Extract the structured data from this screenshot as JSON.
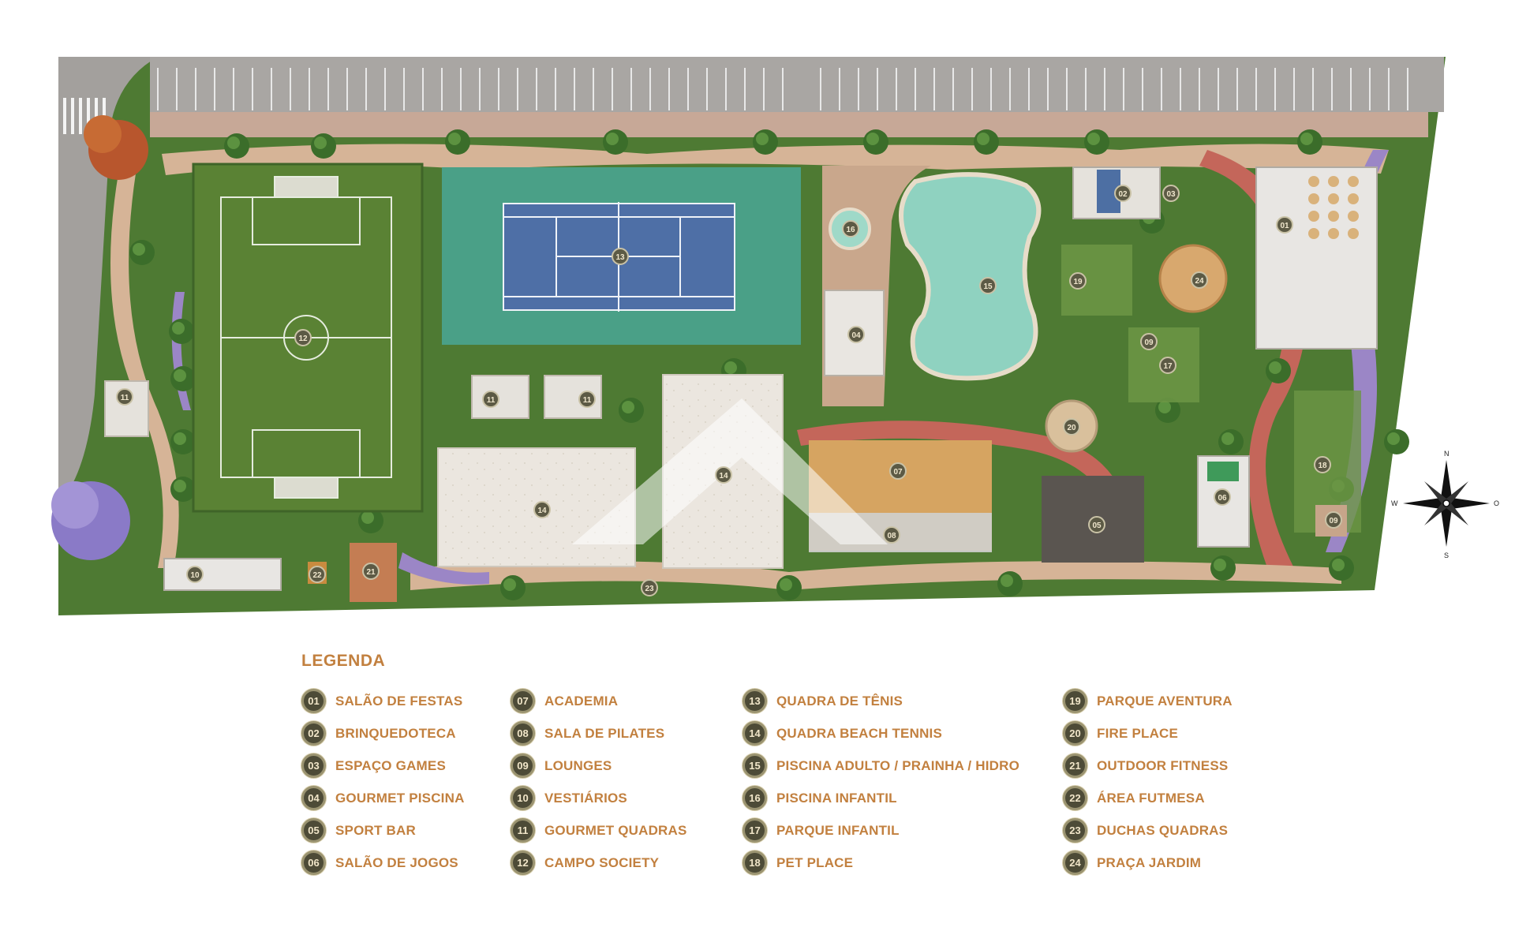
{
  "legend": {
    "title": "LEGENDA",
    "columns": [
      [
        {
          "num": "01",
          "label": "SALÃO DE FESTAS"
        },
        {
          "num": "02",
          "label": "BRINQUEDOTECA"
        },
        {
          "num": "03",
          "label": "ESPAÇO GAMES"
        },
        {
          "num": "04",
          "label": "GOURMET PISCINA"
        },
        {
          "num": "05",
          "label": "SPORT BAR"
        },
        {
          "num": "06",
          "label": "SALÃO DE JOGOS"
        }
      ],
      [
        {
          "num": "07",
          "label": "ACADEMIA"
        },
        {
          "num": "08",
          "label": "SALA DE PILATES"
        },
        {
          "num": "09",
          "label": "LOUNGES"
        },
        {
          "num": "10",
          "label": "VESTIÁRIOS"
        },
        {
          "num": "11",
          "label": "GOURMET QUADRAS"
        },
        {
          "num": "12",
          "label": "CAMPO SOCIETY"
        }
      ],
      [
        {
          "num": "13",
          "label": "QUADRA DE TÊNIS"
        },
        {
          "num": "14",
          "label": "QUADRA BEACH TENNIS"
        },
        {
          "num": "15",
          "label": "PISCINA ADULTO / PRAINHA / HIDRO"
        },
        {
          "num": "16",
          "label": "PISCINA INFANTIL"
        },
        {
          "num": "17",
          "label": "PARQUE INFANTIL"
        },
        {
          "num": "18",
          "label": "PET PLACE"
        }
      ],
      [
        {
          "num": "19",
          "label": "PARQUE AVENTURA"
        },
        {
          "num": "20",
          "label": "FIRE PLACE"
        },
        {
          "num": "21",
          "label": "OUTDOOR FITNESS"
        },
        {
          "num": "22",
          "label": "ÁREA FUTMESA"
        },
        {
          "num": "23",
          "label": "DUCHAS QUADRAS"
        },
        {
          "num": "24",
          "label": "PRAÇA JARDIM"
        }
      ]
    ]
  },
  "map_markers": [
    "01",
    "02",
    "03",
    "04",
    "05",
    "06",
    "07",
    "08",
    "09",
    "09",
    "10",
    "11",
    "11",
    "11",
    "12",
    "13",
    "14",
    "14",
    "15",
    "16",
    "17",
    "18",
    "19",
    "20",
    "21",
    "22",
    "23",
    "24"
  ],
  "compass": {
    "n": "N",
    "s": "S",
    "e": "O",
    "w": "W"
  },
  "colors": {
    "lawn": "#4f7a34",
    "field": "#577f34",
    "tennis_outer": "#4aa087",
    "tennis_inner": "#4e6fa6",
    "pool": "#8fd2c0",
    "path": "#d6b497",
    "path_red": "#c4665a",
    "path_purple": "#9b86c6",
    "path_blue": "#6f9ac3",
    "sand": "#e9e5df",
    "asphalt": "#9d9a98",
    "legend_text": "#c2803f",
    "badge": "#4d4b37"
  }
}
